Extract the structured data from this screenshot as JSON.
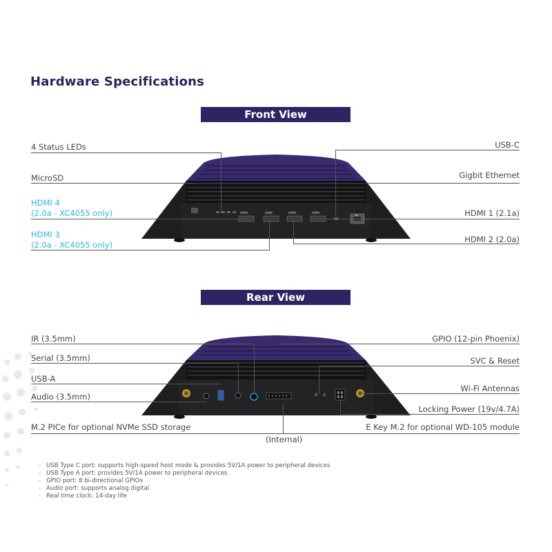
{
  "title": "Hardware Specifications",
  "front": {
    "banner": "Front View",
    "labels_left": [
      {
        "text": "4 Status LEDs",
        "color": "normal"
      },
      {
        "text": "MicroSD",
        "color": "normal"
      },
      {
        "text": "HDMI 4",
        "sub": "(2.0a - XC4055 only)",
        "color": "blue"
      },
      {
        "text": "HDMI 3",
        "sub": "(2.0a - XC4055 only)",
        "color": "blue"
      }
    ],
    "labels_right": [
      "USB-C",
      "Gigbit Ethernet",
      "HDMI 1 (2.1a)",
      "HDMI 2 (2.0a)"
    ]
  },
  "rear": {
    "banner": "Rear View",
    "labels_left": [
      "IR (3.5mm)",
      "Serial (3.5mm)",
      "USB-A",
      "Audio (3.5mm)",
      "M.2 PICe for optional NVMe SSD storage"
    ],
    "labels_right": [
      "GPIO (12-pin Phoenix)",
      "SVC & Reset",
      "Wi-Fi Antennas",
      "Locking Power (19v/4.7A)",
      "E Key M.2 for optional WD-105 module"
    ],
    "internal": "(Internal)"
  },
  "bullets": [
    "USB Type C port: supports high-speed host mode & provides 5V/1A power to peripheral devices",
    "USB Type A port: provides 5V/1A power to peripheral devices",
    "GPIO port: 8 bi-directional GPIOs",
    "Audio port: supports analog digital",
    "Real time clock: 14-day life"
  ],
  "colors": {
    "brand": "#2f2463",
    "accent": "#2ab4e6",
    "device_top": "#3a2a6e",
    "device_body": "#1c1c1e"
  }
}
